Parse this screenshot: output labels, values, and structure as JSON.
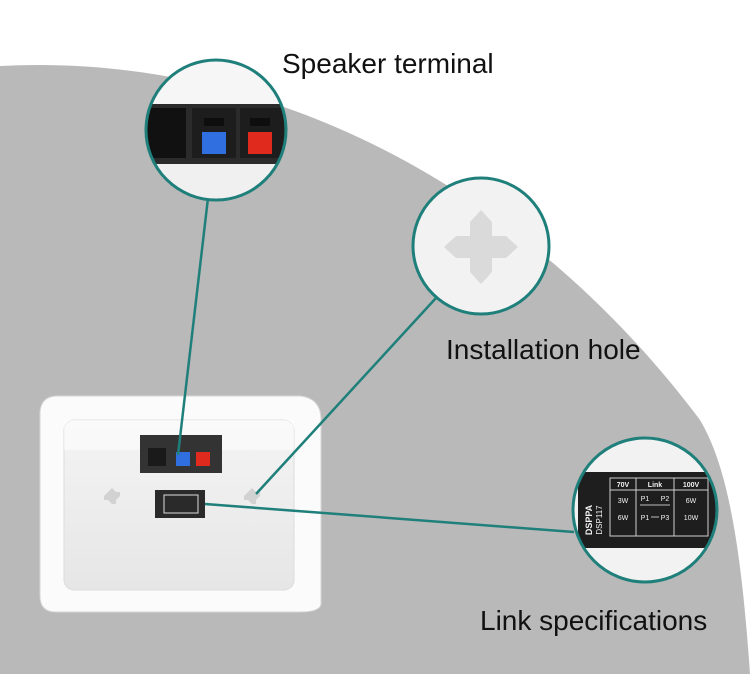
{
  "callouts": {
    "speaker_terminal": "Speaker terminal",
    "installation_hole": "Installation hole",
    "link_specifications": "Link specifications"
  },
  "spec_label": {
    "brand": "DSPPA",
    "model": "DSP117",
    "header_70v": "70V",
    "header_link": "Link",
    "header_100v": "100V",
    "row1_left": "3W",
    "row1_link_a": "P1",
    "row1_link_b": "P2",
    "row1_right": "6W",
    "row2_left": "6W",
    "row2_link_a": "P1",
    "row2_link_b": "P3",
    "row2_right": "10W"
  },
  "colors": {
    "background_arc": "#b9b9b9",
    "leader_line": "#1f7f7a",
    "terminal_blue": "#2f6fe0",
    "terminal_red": "#e02a1e"
  }
}
